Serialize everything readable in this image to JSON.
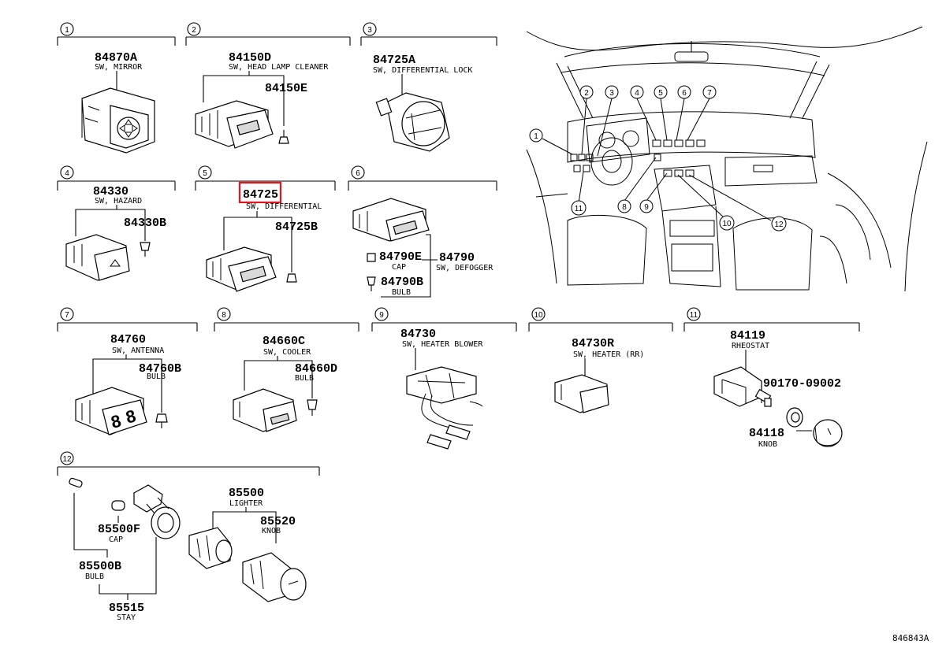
{
  "diagram_code": "846843A",
  "groups": [
    {
      "index": "1",
      "parts": [
        {
          "number": "84870A",
          "desc": "SW, MIRROR"
        }
      ]
    },
    {
      "index": "2",
      "parts": [
        {
          "number": "84150D",
          "desc": "SW, HEAD LAMP CLEANER"
        },
        {
          "number": "84150E",
          "desc": ""
        }
      ]
    },
    {
      "index": "3",
      "parts": [
        {
          "number": "84725A",
          "desc": "SW, DIFFERENTIAL LOCK"
        }
      ]
    },
    {
      "index": "4",
      "parts": [
        {
          "number": "84330",
          "desc": "SW, HAZARD"
        },
        {
          "number": "84330B",
          "desc": ""
        }
      ]
    },
    {
      "index": "5",
      "parts": [
        {
          "number": "84725",
          "desc": "SW, DIFFERENTIAL",
          "highlighted": true
        },
        {
          "number": "84725B",
          "desc": ""
        }
      ]
    },
    {
      "index": "6",
      "parts": [
        {
          "number": "84790E",
          "desc": "CAP"
        },
        {
          "number": "84790",
          "desc": "SW, DEFOGGER"
        },
        {
          "number": "84790B",
          "desc": "BULB"
        }
      ]
    },
    {
      "index": "7",
      "parts": [
        {
          "number": "84760",
          "desc": "SW, ANTENNA"
        },
        {
          "number": "84760B",
          "desc": "BULB"
        }
      ]
    },
    {
      "index": "8",
      "parts": [
        {
          "number": "84660C",
          "desc": "SW, COOLER"
        },
        {
          "number": "84660D",
          "desc": "BULB"
        }
      ]
    },
    {
      "index": "9",
      "parts": [
        {
          "number": "84730",
          "desc": "SW, HEATER BLOWER"
        }
      ]
    },
    {
      "index": "10",
      "parts": [
        {
          "number": "84730R",
          "desc": "SW, HEATER (RR)"
        }
      ]
    },
    {
      "index": "11",
      "parts": [
        {
          "number": "84119",
          "desc": "RHEOSTAT"
        },
        {
          "number": "90170-09002",
          "desc": ""
        },
        {
          "number": "84118",
          "desc": "KNOB"
        }
      ]
    },
    {
      "index": "12",
      "parts": [
        {
          "number": "85500F",
          "desc": "CAP"
        },
        {
          "number": "85500B",
          "desc": "BULB"
        },
        {
          "number": "85500",
          "desc": "LIGHTER"
        },
        {
          "number": "85520",
          "desc": "KNOB"
        },
        {
          "number": "85515",
          "desc": "STAY"
        }
      ]
    }
  ],
  "dash_callouts": [
    "1",
    "2",
    "3",
    "4",
    "5",
    "6",
    "7",
    "8",
    "9",
    "10",
    "11",
    "12"
  ]
}
